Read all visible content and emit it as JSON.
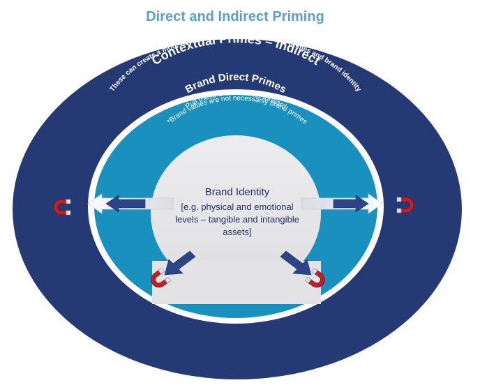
{
  "title": "Direct and Indirect Priming",
  "outer_ring": {
    "heading": "Contextual Primes – Indirect",
    "subtext": "These can create a more receptive context for both brand primes and brand identity"
  },
  "middle_ring": {
    "heading": "Brand Direct Primes",
    "line1": "Pull these brand assets forward",
    "line2": "*Brand values are not necessarily brand primes"
  },
  "core": {
    "heading": "Brand Identity",
    "line1": "[e.g. physical and emotional",
    "line2": "levels – tangible and intangible",
    "line3": "assets]"
  },
  "colors": {
    "title": "#5b9fcb",
    "outer_ring": "#253a74",
    "middle_ring": "#1990be",
    "core": "#e6e6e8",
    "arrow": "#2d4588",
    "magnet": "#c0202a"
  },
  "icons": {
    "magnet": "magnet-icon",
    "arrow": "arrow-icon"
  }
}
